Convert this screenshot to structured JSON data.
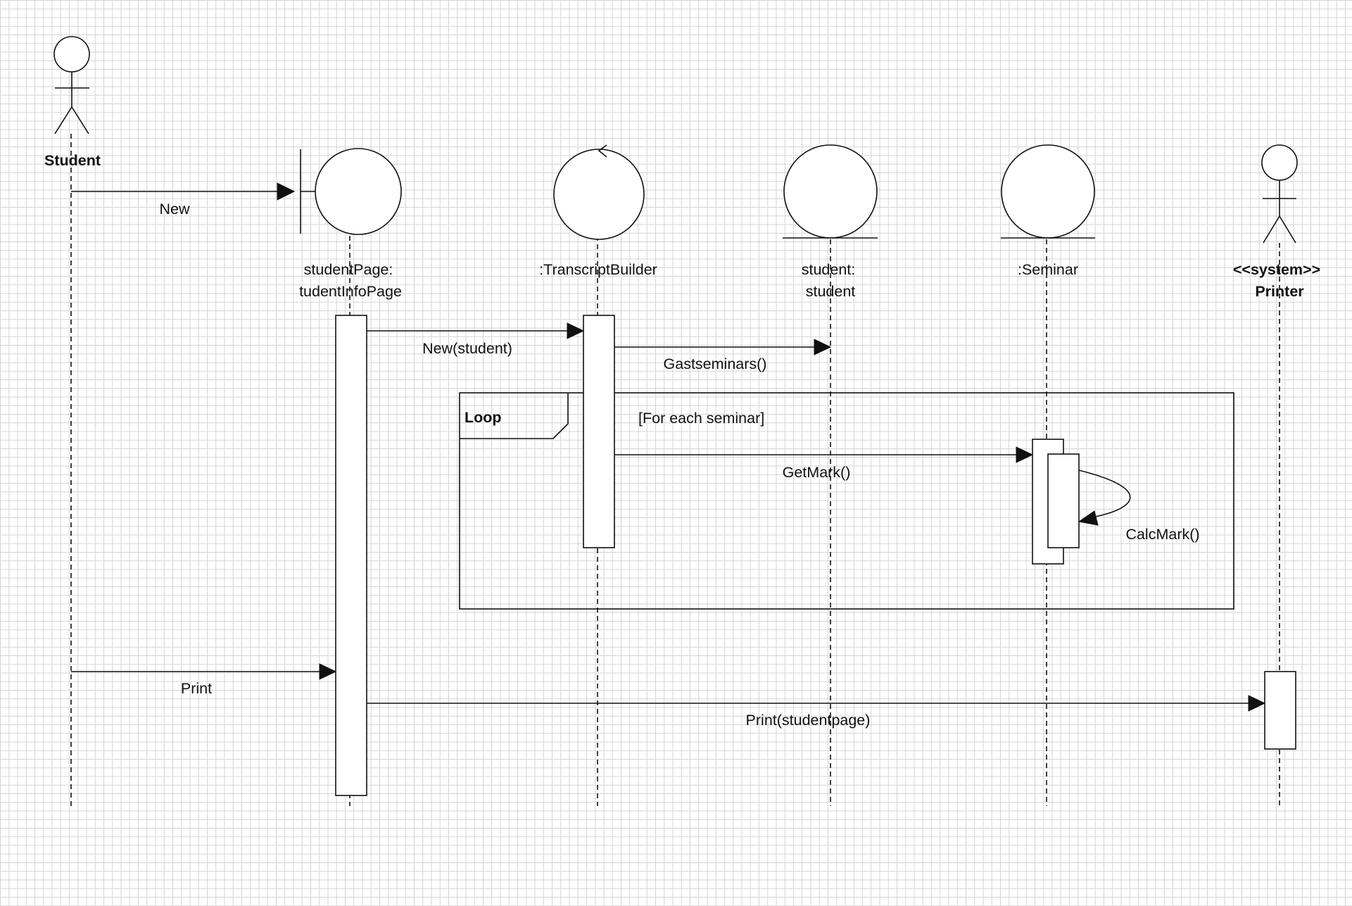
{
  "participants": {
    "student_actor": {
      "label": "Student"
    },
    "student_page": {
      "line1": "studentPage:",
      "line2": "tudentInfoPage"
    },
    "transcript_builder": {
      "label": ":TranscriptBuilder"
    },
    "student_entity": {
      "line1": "student:",
      "line2": "student"
    },
    "seminar": {
      "label": ":Seminar"
    },
    "printer": {
      "line1": "<<system>>",
      "line2": "Printer"
    }
  },
  "messages": {
    "new": "New",
    "new_student": "New(student)",
    "gastseminars": "Gastseminars()",
    "getmark": "GetMark()",
    "calcmark": "CalcMark()",
    "print": "Print",
    "print_studentpage": "Print(studentpage)"
  },
  "fragment": {
    "operator": "Loop",
    "guard": "[For each seminar]"
  }
}
